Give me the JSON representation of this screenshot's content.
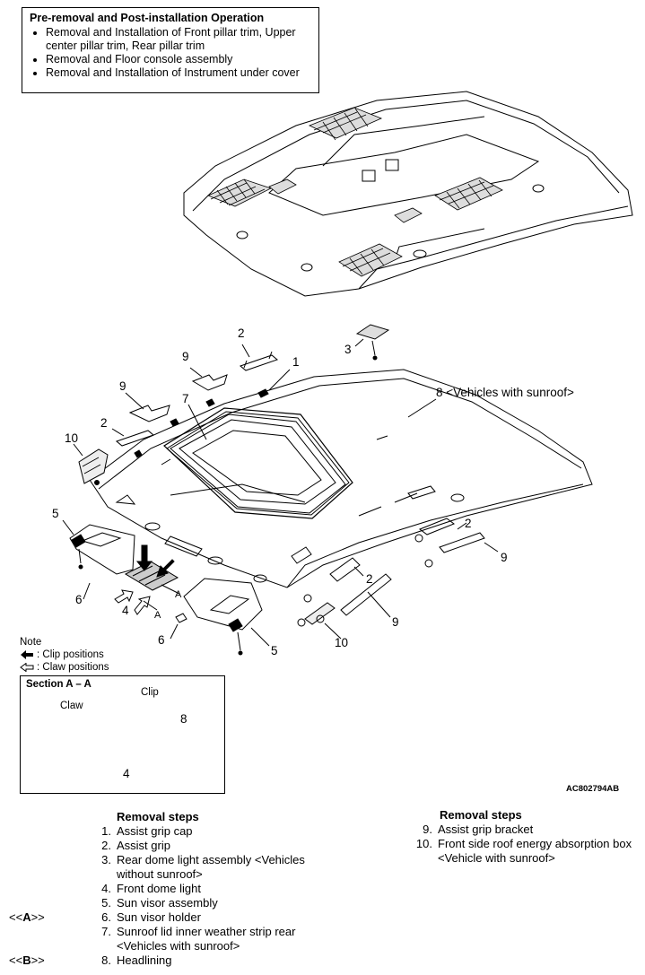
{
  "pre_box": {
    "title": "Pre-removal and Post-installation Operation",
    "items": [
      "Removal and Installation of Front pillar trim, Upper center pillar trim, Rear pillar trim",
      "Removal and Floor console assembly",
      "Removal and Installation of Instrument under cover"
    ]
  },
  "callouts": {
    "c1": "1",
    "c2a": "2",
    "c2b": "2",
    "c2c": "2",
    "c3": "3",
    "c4": "4",
    "c5a": "5",
    "c5b": "5",
    "c6a": "6",
    "c6b": "6",
    "c7": "7",
    "c8": "8 <Vehicles with sunroof>",
    "c9a": "9",
    "c9b": "9",
    "c9c": "9",
    "c9d": "9",
    "c10a": "10",
    "c10b": "10",
    "ca1": "A",
    "ca2": "A"
  },
  "note": {
    "title": "Note",
    "clip": ": Clip positions",
    "claw": ": Claw positions"
  },
  "section": {
    "title": "Section A – A",
    "claw": "Claw",
    "clip": "Clip",
    "n8": "8",
    "n4": "4"
  },
  "figure_code": "AC802794AB",
  "removal": {
    "header_left": "Removal steps",
    "header_right": "Removal steps",
    "left_steps": [
      {
        "num": "1.",
        "text": "Assist grip cap"
      },
      {
        "num": "2.",
        "text": "Assist grip"
      },
      {
        "num": "3.",
        "text": "Rear dome light assembly <Vehicles without sunroof>"
      },
      {
        "num": "4.",
        "text": "Front dome light"
      },
      {
        "num": "5.",
        "text": "Sun visor assembly"
      },
      {
        "num": "6.",
        "text": "Sun visor holder"
      },
      {
        "num": "7.",
        "text": "Sunroof lid inner weather strip rear <Vehicles with sunroof>"
      },
      {
        "num": "8.",
        "text": "Headlining"
      }
    ],
    "right_steps": [
      {
        "num": "9.",
        "text": "Assist grip bracket"
      },
      {
        "num": "10.",
        "text": "Front side roof energy absorption box <Vehicle with sunroof>"
      }
    ],
    "ref_a": {
      "pre": "<<",
      "mark": "A",
      "post": ">>"
    },
    "ref_b": {
      "pre": "<<",
      "mark": "B",
      "post": ">>"
    }
  }
}
